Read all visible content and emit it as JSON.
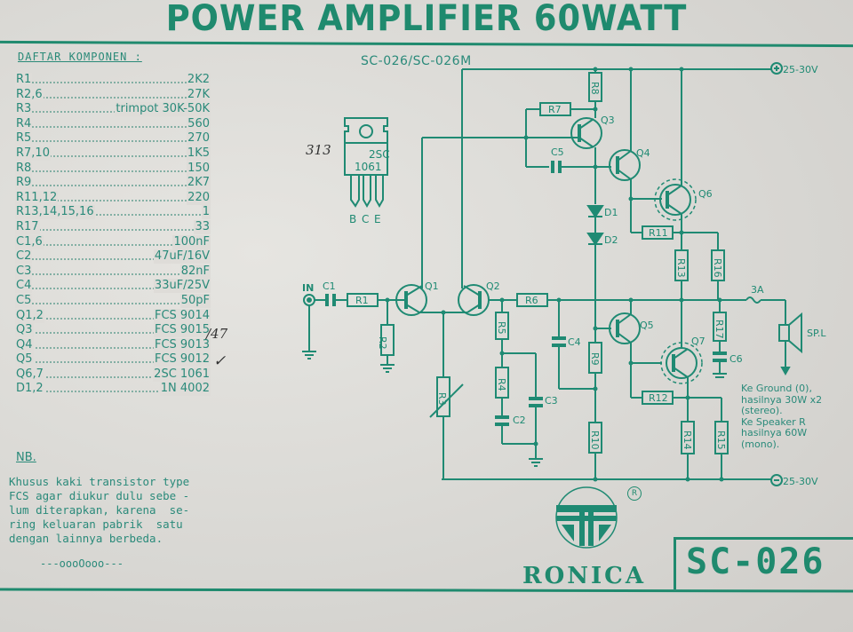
{
  "header": {
    "title": "POWER AMPLIFIER 60WATT",
    "subtitle": "SC-026/SC-026M"
  },
  "parts_list": {
    "heading": "DAFTAR KOMPONEN :",
    "items": [
      {
        "ref": "R1",
        "value": "2K2"
      },
      {
        "ref": "R2,6",
        "value": "27K"
      },
      {
        "ref": "R3",
        "value": "trimpot 30K-50K"
      },
      {
        "ref": "R4",
        "value": "560"
      },
      {
        "ref": "R5",
        "value": "270"
      },
      {
        "ref": "R7,10",
        "value": "1K5"
      },
      {
        "ref": "R8",
        "value": "150"
      },
      {
        "ref": "R9",
        "value": "2K7"
      },
      {
        "ref": "R11,12",
        "value": "220"
      },
      {
        "ref": "R13,14,15,16",
        "value": "1"
      },
      {
        "ref": "R17",
        "value": "33"
      },
      {
        "ref": "C1,6",
        "value": "100nF"
      },
      {
        "ref": "C2",
        "value": "47uF/16V"
      },
      {
        "ref": "C3",
        "value": "82nF"
      },
      {
        "ref": "C4",
        "value": "33uF/25V"
      },
      {
        "ref": "C5",
        "value": "50pF"
      },
      {
        "ref": "Q1,2",
        "value": "FCS 9014"
      },
      {
        "ref": "Q3",
        "value": "FCS 9015"
      },
      {
        "ref": "Q4",
        "value": "FCS 9013"
      },
      {
        "ref": "Q5",
        "value": "FCS 9012"
      },
      {
        "ref": "Q6,7",
        "value": "2SC 1061"
      },
      {
        "ref": "D1,2",
        "value": "1N 4002"
      }
    ],
    "handwritten": {
      "c5_note": "/47",
      "q3_check": "✓",
      "pkg_note": "313"
    }
  },
  "nb": {
    "heading": "NB.",
    "text": "Khusus kaki transistor type\nFCS agar diukur dulu sebe -\nlum diterapkan, karena  se-\nring keluaran pabrik  satu\ndengan lainnya berbeda.",
    "end_mark": "---oooOooo---"
  },
  "package": {
    "part": "2SC",
    "number": "1061",
    "pins": [
      "B",
      "C",
      "E"
    ]
  },
  "schematic": {
    "supply_pos": "25-30V",
    "supply_neg": "25-30V",
    "input_label": "IN",
    "fuse_label": "3A",
    "speaker_label": "SP.L",
    "labels": {
      "C1": "C1",
      "R1": "R1",
      "R2": "R2",
      "R3": "R3",
      "Q1": "Q1",
      "Q2": "Q2",
      "R6": "R6",
      "R5": "R5",
      "R4": "R4",
      "C2": "C2",
      "C3": "C3",
      "C4": "C4",
      "R7": "R7",
      "R8": "R8",
      "Q3": "Q3",
      "C5": "C5",
      "Q4": "Q4",
      "D1": "D1",
      "D2": "D2",
      "Q6": "Q6",
      "R11": "R11",
      "R13": "R13",
      "R16": "R16",
      "Q5": "Q5",
      "R9": "R9",
      "R10": "R10",
      "Q7": "Q7",
      "R12": "R12",
      "R14": "R14",
      "R15": "R15",
      "R17": "R17",
      "C6": "C6"
    },
    "note": "Ke Ground (0),\nhasilnya 30W x2\n(stereo).\nKe Speaker R\nhasilnya 60W\n(mono)."
  },
  "footer": {
    "brand": "RONICA",
    "registered": "R",
    "model": "SC-026"
  },
  "colors": {
    "ink": "#1f8a6e",
    "paper": "#dcdbd7"
  }
}
